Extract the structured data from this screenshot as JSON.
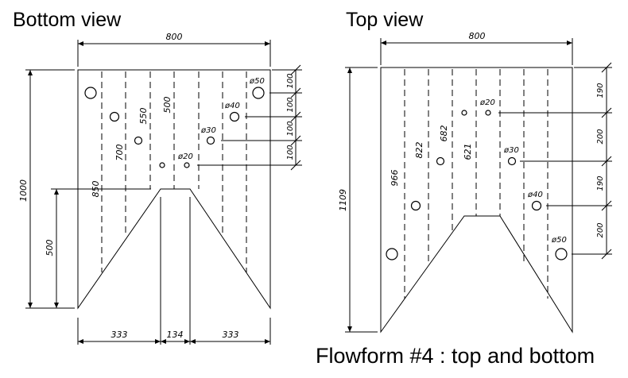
{
  "bottom": {
    "title": "Bottom view",
    "width_label": "800",
    "height_label": "1000",
    "half_height_label": "500",
    "seg_left": "333",
    "seg_mid": "134",
    "seg_right": "333",
    "len_850": "850",
    "len_700": "700",
    "len_550": "550",
    "len_500": "500",
    "hole_50": "ø50",
    "hole_40": "ø40",
    "hole_30": "ø30",
    "hole_20": "ø20",
    "spacing_1": "100",
    "spacing_2": "100",
    "spacing_3": "100",
    "spacing_4": "100"
  },
  "top": {
    "title": "Top view",
    "width_label": "800",
    "height_label": "1109",
    "len_966": "966",
    "len_822": "822",
    "len_682": "682",
    "len_621": "621",
    "hole_20": "ø20",
    "hole_30": "ø30",
    "hole_40": "ø40",
    "hole_50": "ø50",
    "spacing_1": "190",
    "spacing_2": "200",
    "spacing_3": "190",
    "spacing_4": "200"
  },
  "footer": "Flowform #4 : top and bottom"
}
